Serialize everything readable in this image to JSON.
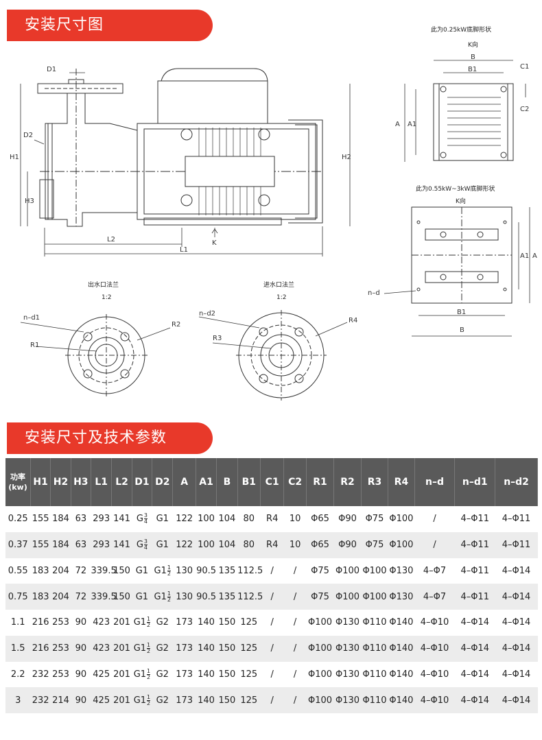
{
  "sections": {
    "install_dims": "安装尺寸图",
    "install_tech": "安装尺寸及技术参数"
  },
  "drawing": {
    "labels": {
      "D1": "D1",
      "D2": "D2",
      "H1": "H1",
      "H3": "H3",
      "H2": "H2",
      "L2": "L2",
      "L1": "L1",
      "K": "K"
    },
    "foot_025": {
      "title": "此为0.25kW底脚形状",
      "k_dir": "K向",
      "B": "B",
      "B1": "B1",
      "C1": "C1",
      "C2": "C2",
      "A": "A",
      "A1": "A1"
    },
    "foot_055": {
      "title": "此为0.55kW~3kW底脚形状",
      "k_dir": "K向",
      "A": "A",
      "A1": "A1",
      "B1": "B1",
      "B": "B",
      "nd": "n–d"
    },
    "outlet": {
      "title": "出水口法兰",
      "scale": "1:2",
      "nd": "n–d1",
      "R1": "R1",
      "R2": "R2"
    },
    "inlet": {
      "title": "进水口法兰",
      "scale": "1:2",
      "nd": "n–d2",
      "R3": "R3",
      "R4": "R4"
    }
  },
  "table": {
    "headers": [
      "功率\n(kw)",
      "H1",
      "H2",
      "H3",
      "L1",
      "L2",
      "D1",
      "D2",
      "A",
      "A1",
      "B",
      "B1",
      "C1",
      "C2",
      "R1",
      "R2",
      "R3",
      "R4",
      "n–d",
      "n–d1",
      "n–d2"
    ],
    "rows": [
      [
        "0.25",
        "155",
        "184",
        "63",
        "293",
        "141",
        "G¾",
        "G1",
        "122",
        "100",
        "104",
        "80",
        "R4",
        "10",
        "Φ65",
        "Φ90",
        "Φ75",
        "Φ100",
        "/",
        "4–Φ11",
        "4–Φ11"
      ],
      [
        "0.37",
        "155",
        "184",
        "63",
        "293",
        "141",
        "G¾",
        "G1",
        "122",
        "100",
        "104",
        "80",
        "R4",
        "10",
        "Φ65",
        "Φ90",
        "Φ75",
        "Φ100",
        "/",
        "4–Φ11",
        "4–Φ11"
      ],
      [
        "0.55",
        "183",
        "204",
        "72",
        "339.5",
        "150",
        "G1",
        "G1½",
        "130",
        "90.5",
        "135",
        "112.5",
        "/",
        "/",
        "Φ75",
        "Φ100",
        "Φ100",
        "Φ130",
        "4–Φ7",
        "4–Φ11",
        "4–Φ14"
      ],
      [
        "0.75",
        "183",
        "204",
        "72",
        "339.5",
        "150",
        "G1",
        "G1½",
        "130",
        "90.5",
        "135",
        "112.5",
        "/",
        "/",
        "Φ75",
        "Φ100",
        "Φ100",
        "Φ130",
        "4–Φ7",
        "4–Φ11",
        "4–Φ14"
      ],
      [
        "1.1",
        "216",
        "253",
        "90",
        "423",
        "201",
        "G1½",
        "G2",
        "173",
        "140",
        "150",
        "125",
        "/",
        "/",
        "Φ100",
        "Φ130",
        "Φ110",
        "Φ140",
        "4–Φ10",
        "4–Φ14",
        "4–Φ14"
      ],
      [
        "1.5",
        "216",
        "253",
        "90",
        "423",
        "201",
        "G1½",
        "G2",
        "173",
        "140",
        "150",
        "125",
        "/",
        "/",
        "Φ100",
        "Φ130",
        "Φ110",
        "Φ140",
        "4–Φ10",
        "4–Φ14",
        "4–Φ14"
      ],
      [
        "2.2",
        "232",
        "253",
        "90",
        "425",
        "201",
        "G1½",
        "G2",
        "173",
        "140",
        "150",
        "125",
        "/",
        "/",
        "Φ100",
        "Φ130",
        "Φ110",
        "Φ140",
        "4–Φ10",
        "4–Φ14",
        "4–Φ14"
      ],
      [
        "3",
        "232",
        "214",
        "90",
        "425",
        "201",
        "G1½",
        "G2",
        "173",
        "140",
        "150",
        "125",
        "/",
        "/",
        "Φ100",
        "Φ130",
        "Φ110",
        "Φ140",
        "4–Φ10",
        "4–Φ14",
        "4–Φ14"
      ]
    ]
  },
  "colors": {
    "banner": "#e8392a",
    "header_bg": "#5a5a5a",
    "row_alt": "#ececec"
  }
}
